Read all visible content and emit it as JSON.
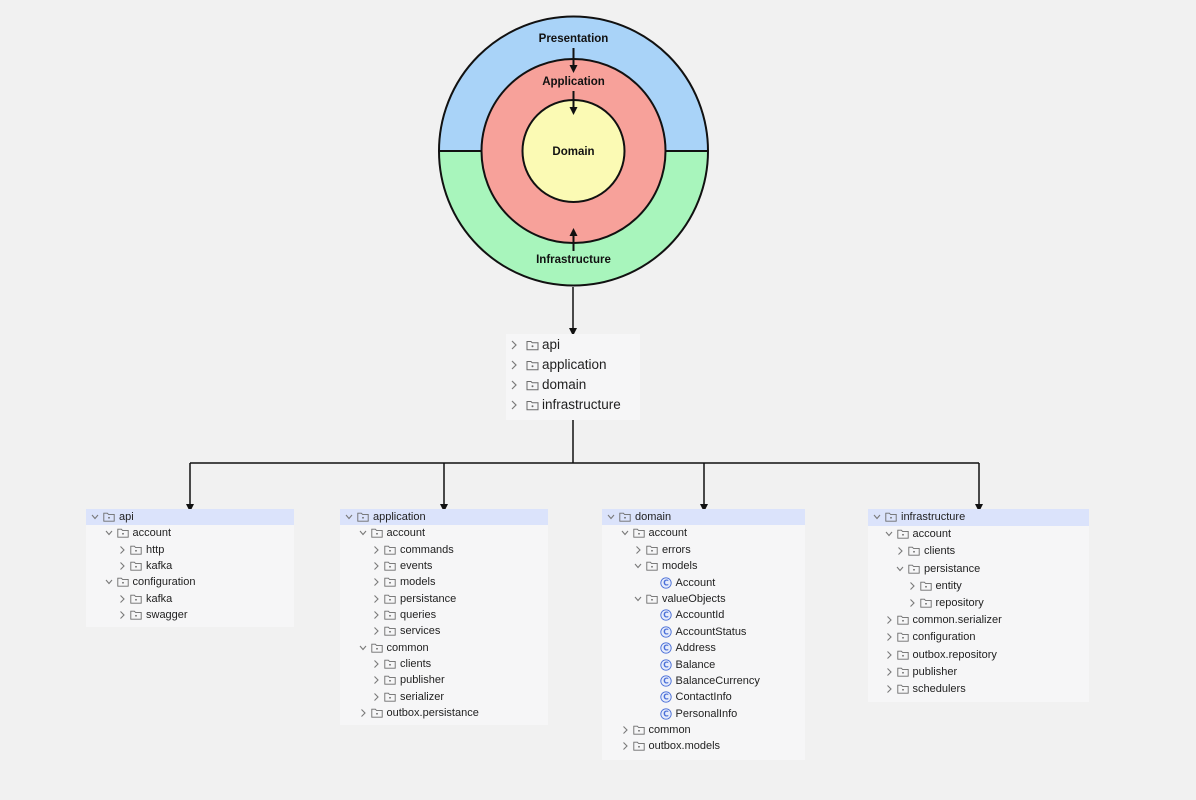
{
  "onion": {
    "layers": [
      {
        "label": "Presentation",
        "color": "#a9d3f8"
      },
      {
        "label": "Application",
        "color": "#f7a19a"
      },
      {
        "label": "Domain",
        "color": "#fbfab4"
      },
      {
        "label": "Infrastructure",
        "color": "#a8f5bc"
      }
    ]
  },
  "root_tree": {
    "items": [
      {
        "label": "api"
      },
      {
        "label": "application"
      },
      {
        "label": "domain"
      },
      {
        "label": "infrastructure"
      }
    ]
  },
  "trees": [
    {
      "name": "api",
      "items": [
        {
          "label": "api",
          "depth": 0,
          "expanded": true,
          "icon": "folder",
          "selected": true
        },
        {
          "label": "account",
          "depth": 1,
          "expanded": true,
          "icon": "folder"
        },
        {
          "label": "http",
          "depth": 2,
          "expanded": false,
          "icon": "folder"
        },
        {
          "label": "kafka",
          "depth": 2,
          "expanded": false,
          "icon": "folder"
        },
        {
          "label": "configuration",
          "depth": 1,
          "expanded": true,
          "icon": "folder"
        },
        {
          "label": "kafka",
          "depth": 2,
          "expanded": false,
          "icon": "folder"
        },
        {
          "label": "swagger",
          "depth": 2,
          "expanded": false,
          "icon": "folder"
        }
      ]
    },
    {
      "name": "application",
      "items": [
        {
          "label": "application",
          "depth": 0,
          "expanded": true,
          "icon": "folder",
          "selected": true
        },
        {
          "label": "account",
          "depth": 1,
          "expanded": true,
          "icon": "folder"
        },
        {
          "label": "commands",
          "depth": 2,
          "expanded": false,
          "icon": "folder"
        },
        {
          "label": "events",
          "depth": 2,
          "expanded": false,
          "icon": "folder"
        },
        {
          "label": "models",
          "depth": 2,
          "expanded": false,
          "icon": "folder"
        },
        {
          "label": "persistance",
          "depth": 2,
          "expanded": false,
          "icon": "folder"
        },
        {
          "label": "queries",
          "depth": 2,
          "expanded": false,
          "icon": "folder"
        },
        {
          "label": "services",
          "depth": 2,
          "expanded": false,
          "icon": "folder"
        },
        {
          "label": "common",
          "depth": 1,
          "expanded": true,
          "icon": "folder"
        },
        {
          "label": "clients",
          "depth": 2,
          "expanded": false,
          "icon": "folder"
        },
        {
          "label": "publisher",
          "depth": 2,
          "expanded": false,
          "icon": "folder"
        },
        {
          "label": "serializer",
          "depth": 2,
          "expanded": false,
          "icon": "folder"
        },
        {
          "label": "outbox.persistance",
          "depth": 1,
          "expanded": false,
          "icon": "folder"
        }
      ]
    },
    {
      "name": "domain",
      "items": [
        {
          "label": "domain",
          "depth": 0,
          "expanded": true,
          "icon": "folder",
          "selected": true
        },
        {
          "label": "account",
          "depth": 1,
          "expanded": true,
          "icon": "folder"
        },
        {
          "label": "errors",
          "depth": 2,
          "expanded": false,
          "icon": "folder"
        },
        {
          "label": "models",
          "depth": 2,
          "expanded": true,
          "icon": "folder"
        },
        {
          "label": "Account",
          "depth": 3,
          "icon": "class"
        },
        {
          "label": "valueObjects",
          "depth": 2,
          "expanded": true,
          "icon": "folder"
        },
        {
          "label": "AccountId",
          "depth": 3,
          "icon": "class"
        },
        {
          "label": "AccountStatus",
          "depth": 3,
          "icon": "class"
        },
        {
          "label": "Address",
          "depth": 3,
          "icon": "class"
        },
        {
          "label": "Balance",
          "depth": 3,
          "icon": "class"
        },
        {
          "label": "BalanceCurrency",
          "depth": 3,
          "icon": "class"
        },
        {
          "label": "ContactInfo",
          "depth": 3,
          "icon": "class"
        },
        {
          "label": "PersonalInfo",
          "depth": 3,
          "icon": "class"
        },
        {
          "label": "common",
          "depth": 1,
          "expanded": false,
          "icon": "folder"
        },
        {
          "label": "outbox.models",
          "depth": 1,
          "expanded": false,
          "icon": "folder"
        }
      ]
    },
    {
      "name": "infrastructure",
      "items": [
        {
          "label": "infrastructure",
          "depth": 0,
          "expanded": true,
          "icon": "folder",
          "selected": true
        },
        {
          "label": "account",
          "depth": 1,
          "expanded": true,
          "icon": "folder"
        },
        {
          "label": "clients",
          "depth": 2,
          "expanded": false,
          "icon": "folder"
        },
        {
          "label": "persistance",
          "depth": 2,
          "expanded": true,
          "icon": "folder"
        },
        {
          "label": "entity",
          "depth": 3,
          "expanded": false,
          "icon": "folder"
        },
        {
          "label": "repository",
          "depth": 3,
          "expanded": false,
          "icon": "folder"
        },
        {
          "label": "common.serializer",
          "depth": 1,
          "expanded": false,
          "icon": "folder"
        },
        {
          "label": "configuration",
          "depth": 1,
          "expanded": false,
          "icon": "folder"
        },
        {
          "label": "outbox.repository",
          "depth": 1,
          "expanded": false,
          "icon": "folder"
        },
        {
          "label": "publisher",
          "depth": 1,
          "expanded": false,
          "icon": "folder"
        },
        {
          "label": "schedulers",
          "depth": 1,
          "expanded": false,
          "icon": "folder"
        }
      ]
    }
  ]
}
